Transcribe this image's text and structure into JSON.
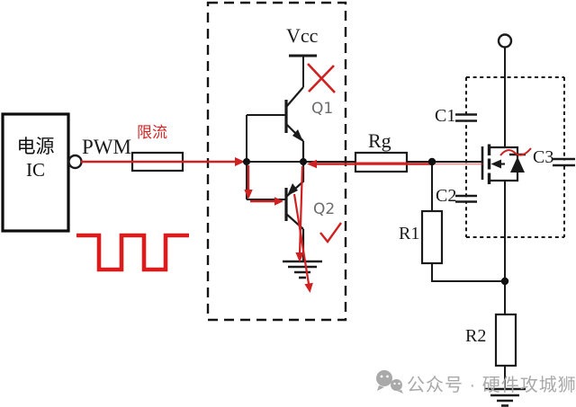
{
  "diagram": {
    "power_ic": {
      "line1": "电源",
      "line2": "IC"
    },
    "labels": {
      "pwm": "PWM",
      "current_limit": "限流",
      "vcc": "Vcc",
      "q1": "Q1",
      "q2": "Q2",
      "rg": "Rg",
      "c1": "C1",
      "c2": "C2",
      "c3": "C3",
      "r1": "R1",
      "r2": "R2"
    },
    "watermark": {
      "text": "公众号 · 硬件攻城狮",
      "icon": "wechat-icon"
    },
    "colors": {
      "wire": "#1a1a1a",
      "highlight_red": "#cf2121",
      "label_gray": "#6b6b6b",
      "watermark_gray": "#a9a9a9"
    }
  }
}
